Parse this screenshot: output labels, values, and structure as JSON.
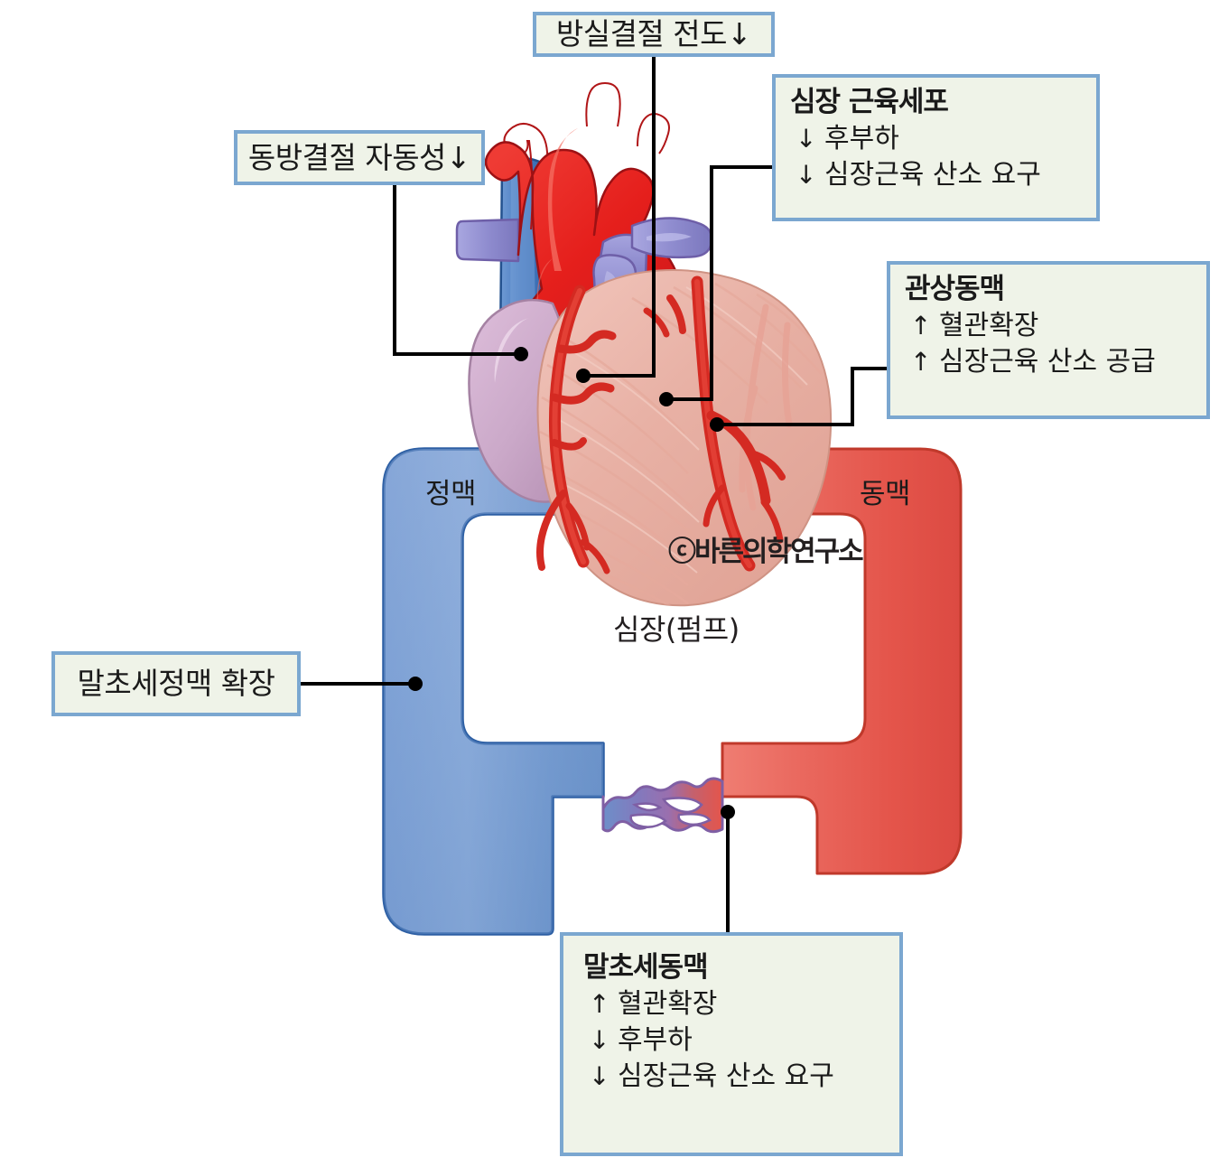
{
  "diagram": {
    "title_watermark": "ⓒ바른의학연구소",
    "center_label": "심장(펌프)",
    "vessel_labels": {
      "vein": "정맥",
      "artery": "동맥"
    },
    "colors": {
      "callout_border": "#7ba7d0",
      "callout_background": "#eff3e8",
      "vein_blue": "#6e95cd",
      "vein_blue_dark": "#2d5fa4",
      "artery_red": "#e8554d",
      "artery_red_dark": "#c0392b",
      "capillary_purple": "#8e6fb0",
      "myocardium_pink": "#e8b6ab",
      "atrium_mauve": "#ccaac8",
      "coronary_red": "#d42a22",
      "aorta_red": "#e02020",
      "vena_cava_blue": "#4a7fc1",
      "pulmonary_purple": "#8c8ccc",
      "leader_line": "#000000"
    }
  },
  "callouts": [
    {
      "id": "av-node",
      "title": null,
      "single_line": "방실결절 전도↓",
      "rows": []
    },
    {
      "id": "sa-node",
      "title": null,
      "single_line": "동방결절 자동성↓",
      "rows": []
    },
    {
      "id": "cardiac-myocyte",
      "title": "심장 근육세포",
      "single_line": null,
      "rows": [
        {
          "arrow": "↓",
          "text": "후부하"
        },
        {
          "arrow": "↓",
          "text": "심장근육 산소 요구"
        }
      ]
    },
    {
      "id": "coronary-artery",
      "title": "관상동맥",
      "single_line": null,
      "rows": [
        {
          "arrow": "↑",
          "text": "혈관확장"
        },
        {
          "arrow": "↑",
          "text": "심장근육 산소 공급"
        }
      ]
    },
    {
      "id": "peripheral-venule",
      "title": null,
      "single_line": "말초세정맥 확장",
      "rows": []
    },
    {
      "id": "peripheral-arteriole",
      "title": "말초세동맥",
      "single_line": null,
      "rows": [
        {
          "arrow": "↑",
          "text": "혈관확장"
        },
        {
          "arrow": "↓",
          "text": "후부하"
        },
        {
          "arrow": "↓",
          "text": "심장근육 산소 요구"
        }
      ]
    }
  ]
}
